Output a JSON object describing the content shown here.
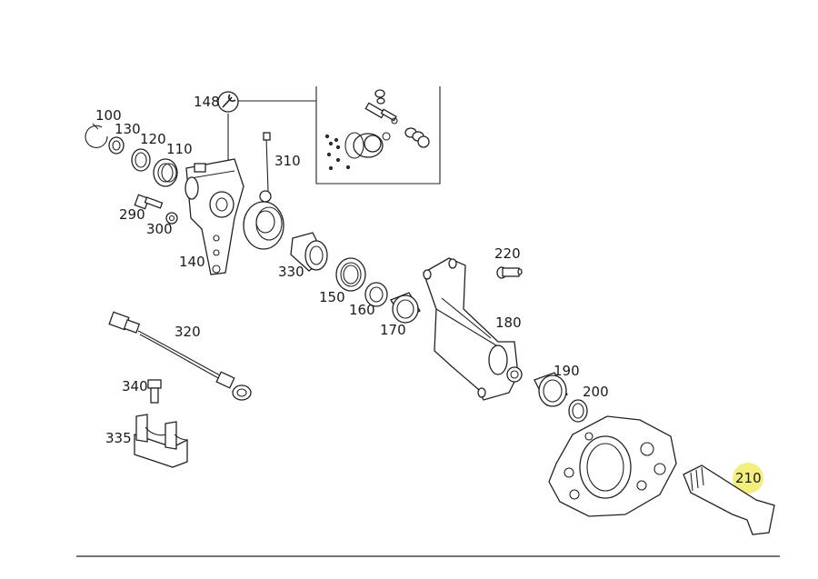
{
  "parts": {
    "p100": "100",
    "p130": "130",
    "p120": "120",
    "p110": "110",
    "p148": "148",
    "p310": "310",
    "p290": "290",
    "p300": "300",
    "p140": "140",
    "p330": "330",
    "p150": "150",
    "p160": "160",
    "p170": "170",
    "p220": "220",
    "p180": "180",
    "p320": "320",
    "p190": "190",
    "p200": "200",
    "p340": "340",
    "p335": "335",
    "p210": "210"
  },
  "colors": {
    "highlight": "#f2ef7a",
    "line": "#222222"
  },
  "icons": {
    "p148_badge": "wrench-icon"
  }
}
